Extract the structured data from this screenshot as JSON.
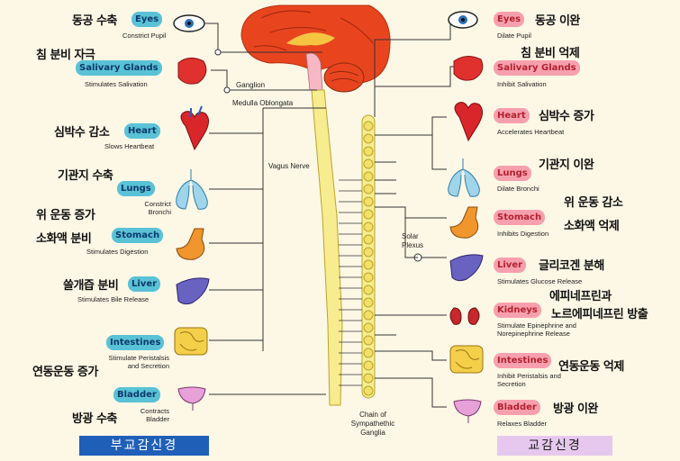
{
  "parasympathetic": {
    "footer": "부교감신경",
    "items": [
      {
        "organ": "Eyes",
        "effect": "Constrict Pupil",
        "ko": "동공 수축"
      },
      {
        "organ": "Salivary Glands",
        "effect": "Stimulates Salivation",
        "ko": "침 분비 자극"
      },
      {
        "organ": "Heart",
        "effect": "Slows Heartbeat",
        "ko": "심박수 감소"
      },
      {
        "organ": "Lungs",
        "effect": "Constrict Bronchi",
        "ko": "기관지 수축"
      },
      {
        "organ": "Stomach",
        "effect": "Stimulates Digestion",
        "ko_1": "위 운동 증가",
        "ko_2": "소화액 분비"
      },
      {
        "organ": "Liver",
        "effect": "Stimulates Bile Release",
        "ko": "쓸개즙 분비"
      },
      {
        "organ": "Intestines",
        "effect": "Stimulate Peristalsis and Secretion",
        "ko": "연동운동 증가"
      },
      {
        "organ": "Bladder",
        "effect": "Contracts Bladder",
        "ko": "방광 수축"
      }
    ]
  },
  "sympathetic": {
    "footer": "교감신경",
    "items": [
      {
        "organ": "Eyes",
        "effect": "Dilate Pupil",
        "ko": "동공 이완"
      },
      {
        "organ": "Salivary Glands",
        "effect": "Inhibit Salivation",
        "ko": "침 분비 억제"
      },
      {
        "organ": "Heart",
        "effect": "Accelerates Heartbeat",
        "ko": "심박수 증가"
      },
      {
        "organ": "Lungs",
        "effect": "Dilate Bronchi",
        "ko": "기관지 이완"
      },
      {
        "organ": "Stomach",
        "effect": "Inhibits Digestion",
        "ko_1": "위 운동 감소",
        "ko_2": "소화액 억제"
      },
      {
        "organ": "Liver",
        "effect": "Stimulates Glucose Release",
        "ko": "글리코겐 분해"
      },
      {
        "organ": "Kidneys",
        "effect": "Stimulate Epinephrine and Norepinephrine Release",
        "ko_1": "에피네프린과",
        "ko_2": "노르에피네프린 방출"
      },
      {
        "organ": "Intestines",
        "effect": "Inhibit Peristalsis and Secretion",
        "ko": "연동운동 억제"
      },
      {
        "organ": "Bladder",
        "effect": "Relaxes Bladder",
        "ko": "방광 이완"
      }
    ]
  },
  "labels": {
    "ganglion": "Ganglion",
    "medulla": "Medulla Oblongata",
    "vagus": "Vagus Nerve",
    "solar_plexus": "Solar Plexus",
    "chain": "Chain of Sympathethic Ganglia"
  },
  "colors": {
    "para_box": "#5ac2d6",
    "sym_box": "#f7a0ad",
    "cord": "#f7ec8f",
    "brain": "#e8451f"
  }
}
